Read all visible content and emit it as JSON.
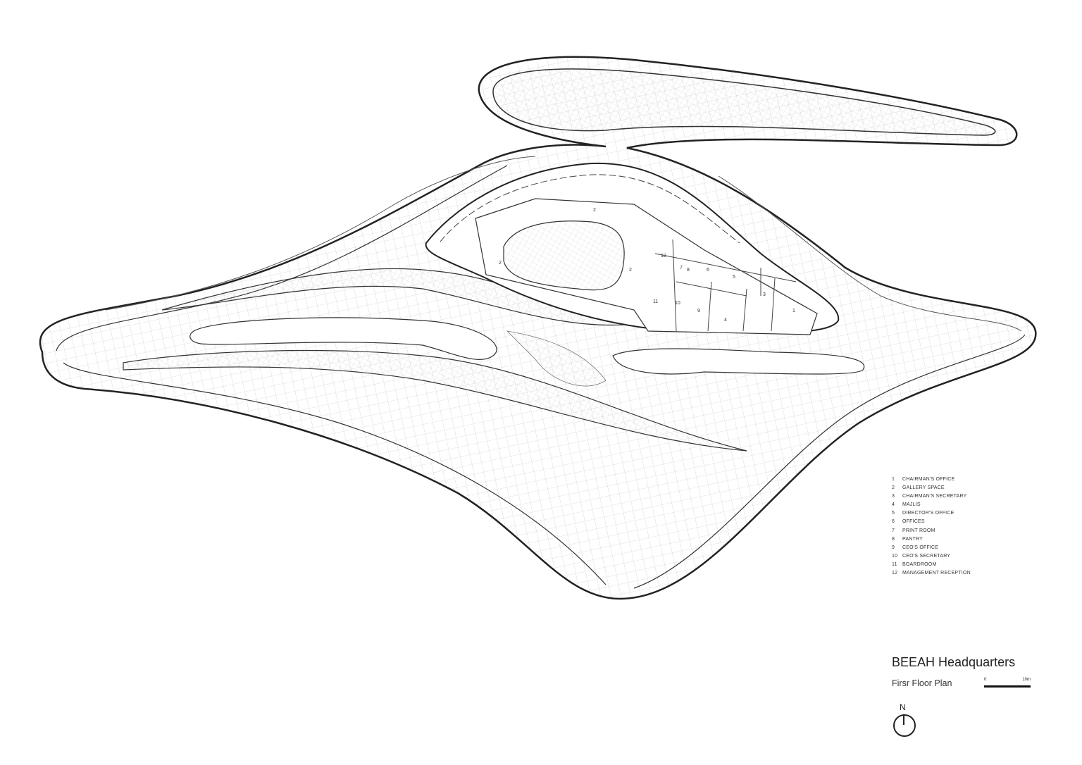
{
  "drawing": {
    "title": "BEEAH Headquarters",
    "subtitle": "Firsr Floor Plan",
    "scale_bar": {
      "start_label": "0",
      "end_label": "10m"
    },
    "north_label": "N",
    "line_color": "#222222",
    "grid_color": "#bdbdbd"
  },
  "legend": [
    {
      "num": "1",
      "label": "CHAIRMAN'S OFFICE"
    },
    {
      "num": "2",
      "label": "GALLERY SPACE"
    },
    {
      "num": "3",
      "label": "CHAIRMAN'S SECRETARY"
    },
    {
      "num": "4",
      "label": "MAJLIS"
    },
    {
      "num": "5",
      "label": "DIRECTOR'S OFFICE"
    },
    {
      "num": "6",
      "label": "OFFICES"
    },
    {
      "num": "7",
      "label": "PRINT ROOM"
    },
    {
      "num": "8",
      "label": "PANTRY"
    },
    {
      "num": "9",
      "label": "CEO'S OFFICE"
    },
    {
      "num": "10",
      "label": "CEO'S SECRETARY"
    },
    {
      "num": "11",
      "label": "BOARDROOM"
    },
    {
      "num": "12",
      "label": "MANAGEMENT RECEPTION"
    }
  ],
  "room_tags": [
    "2",
    "2",
    "2",
    "12",
    "7",
    "8",
    "6",
    "5",
    "3",
    "1",
    "11",
    "10",
    "9",
    "4"
  ]
}
